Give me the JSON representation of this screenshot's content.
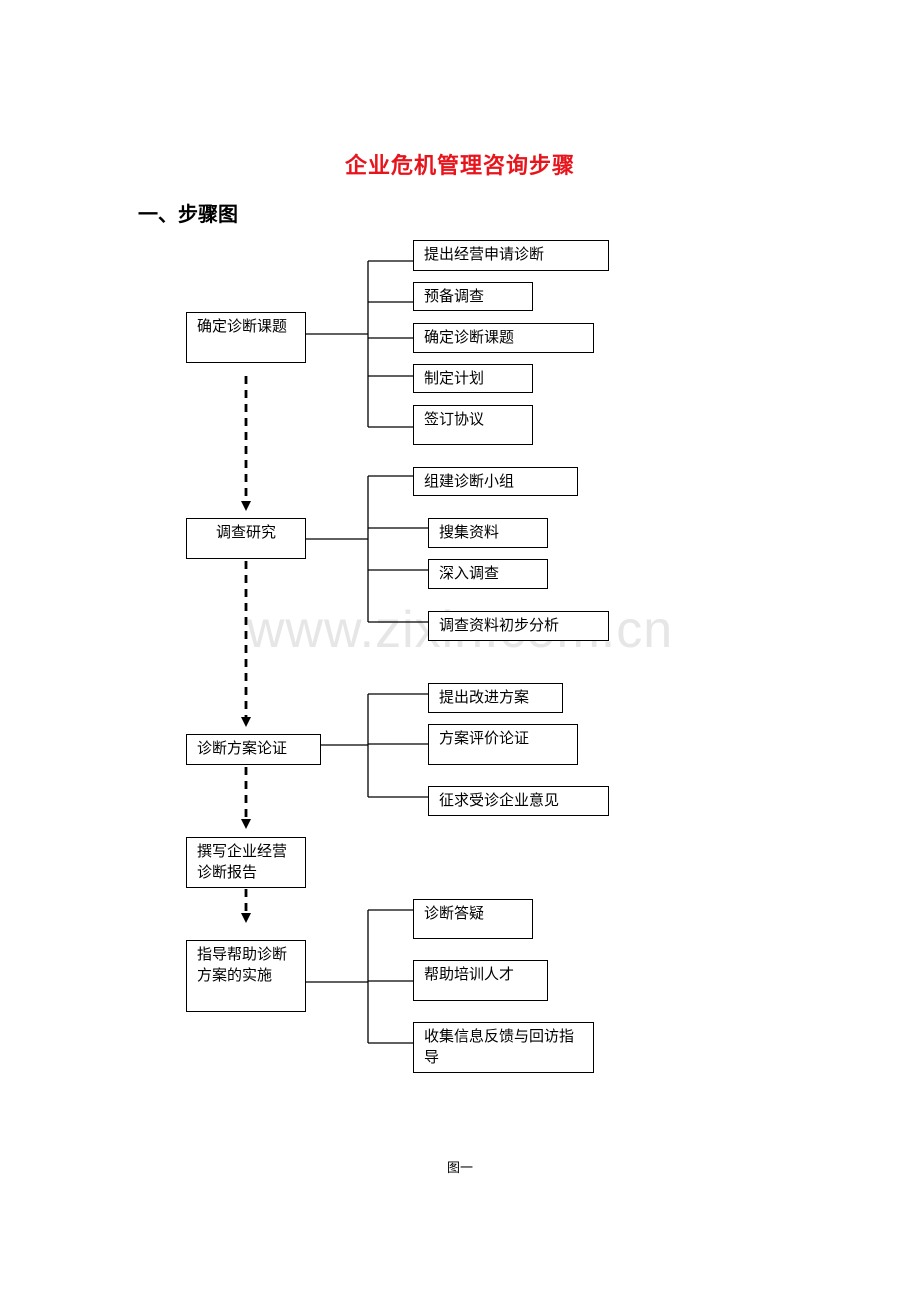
{
  "title": "企业危机管理咨询步骤",
  "section_heading": "一、步骤图",
  "watermark": "www.zixin.com.cn",
  "caption": "图一",
  "steps": [
    {
      "label": "确定诊断课题",
      "substeps": [
        "提出经营申请诊断",
        "预备调查",
        "确定诊断课题",
        "制定计划",
        "签订协议"
      ]
    },
    {
      "label": "调查研究",
      "substeps": [
        "组建诊断小组",
        "搜集资料",
        "深入调查",
        "调查资料初步分析"
      ]
    },
    {
      "label": "诊断方案论证",
      "substeps": [
        "提出改进方案",
        "方案评价论证",
        "征求受诊企业意见"
      ]
    },
    {
      "label": "撰写企业经营诊断报告",
      "substeps": []
    },
    {
      "label": "指导帮助诊断方案的实施",
      "substeps": [
        "诊断答疑",
        "帮助培训人才",
        "收集信息反馈与回访指导"
      ]
    }
  ]
}
